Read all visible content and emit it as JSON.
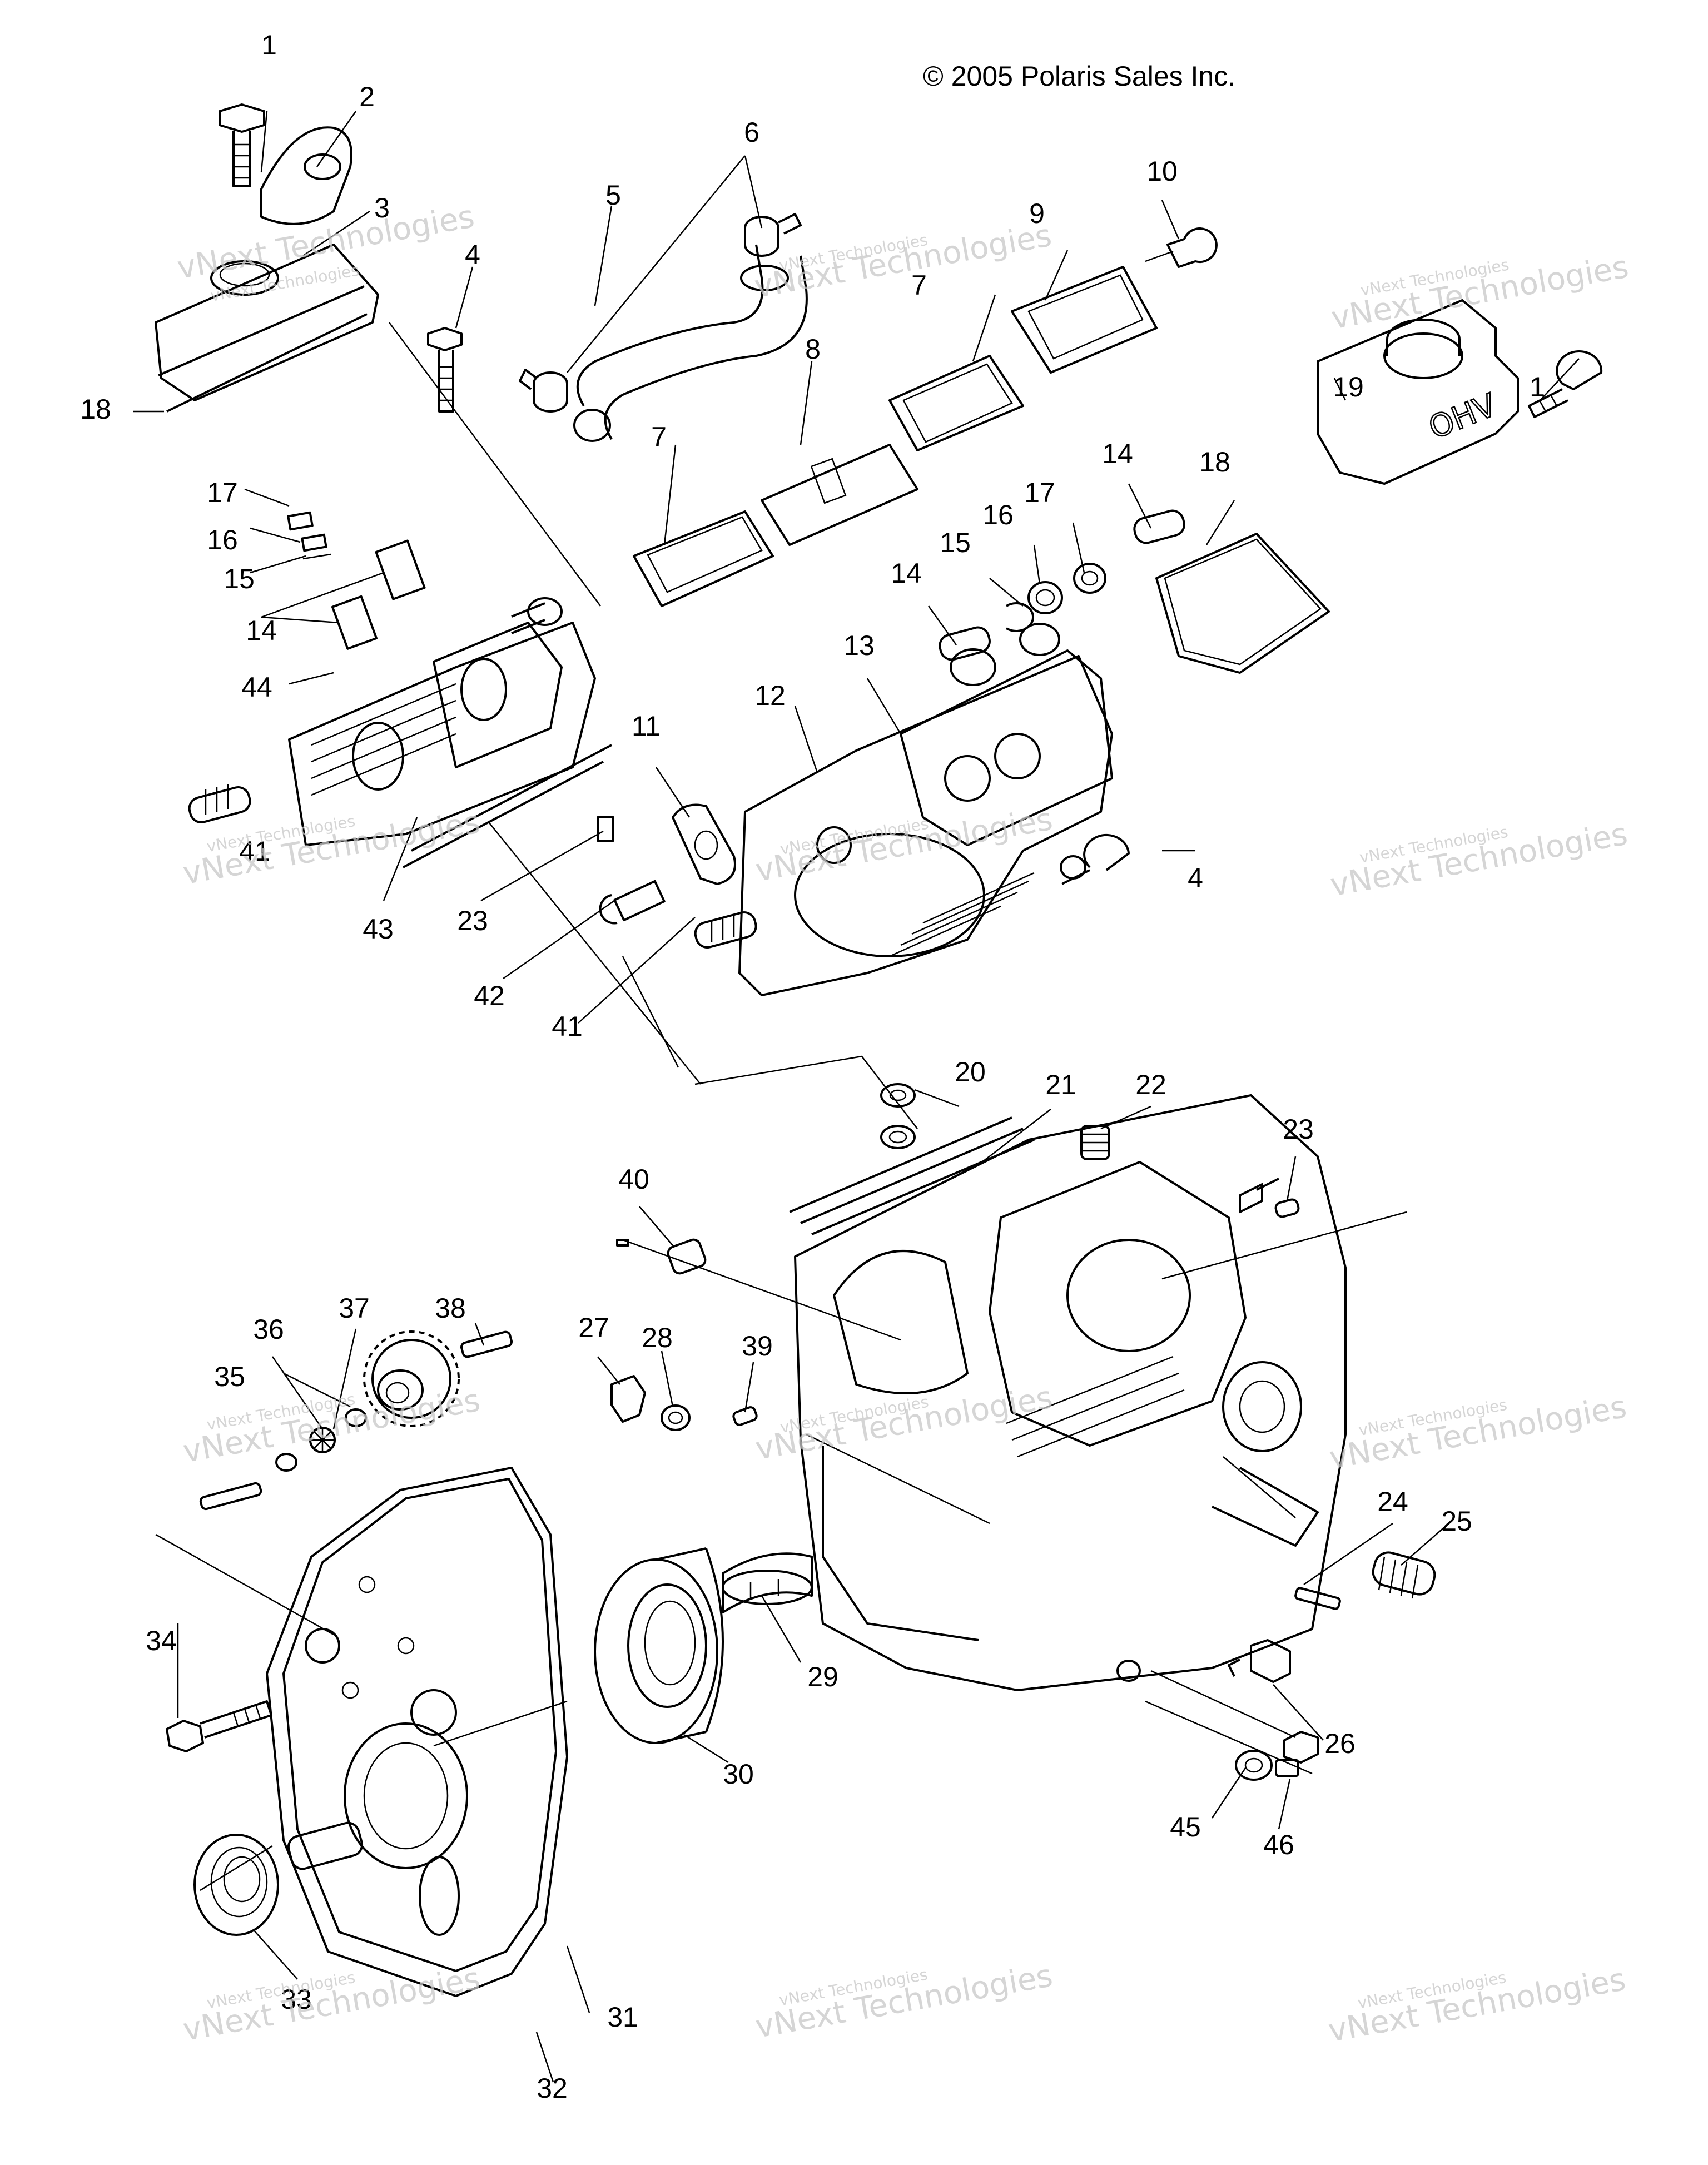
{
  "copyright": "© 2005 Polaris Sales Inc.",
  "watermark": {
    "line1": "vNext Technologies",
    "line2": "vNext\nTechnologies"
  },
  "callouts": [
    "1",
    "2",
    "3",
    "4",
    "5",
    "6",
    "7",
    "8",
    "9",
    "10",
    "11",
    "12",
    "13",
    "14",
    "15",
    "16",
    "17",
    "18",
    "19",
    "20",
    "21",
    "22",
    "23",
    "24",
    "25",
    "26",
    "27",
    "28",
    "29",
    "30",
    "31",
    "32",
    "33",
    "34",
    "35",
    "36",
    "37",
    "38",
    "39",
    "40",
    "41",
    "42",
    "43",
    "44",
    "45",
    "46"
  ]
}
